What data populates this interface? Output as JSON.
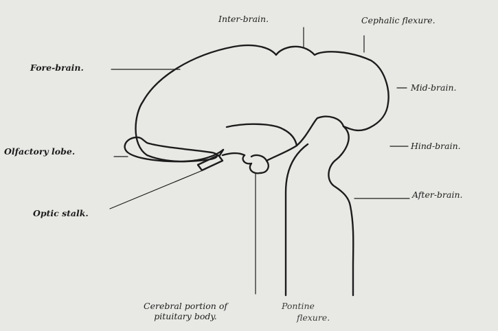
{
  "figure": {
    "background": "#e8e9e4",
    "ink": "#1c1c1c",
    "labels": {
      "inter_brain": "Inter-brain.",
      "cephalic_flexure": "Cephalic flexure.",
      "fore_brain": "Fore-brain.",
      "mid_brain": "Mid-brain.",
      "olfactory_lobe": "Olfactory lobe.",
      "hind_brain": "Hind-brain.",
      "after_brain": "After-brain.",
      "optic_stalk": "Optic stalk.",
      "pituitary_line1": "Cerebral portion of",
      "pituitary_line2": "pituitary body.",
      "pontine_line1": "Pontine",
      "pontine_line2": "flexure."
    }
  }
}
